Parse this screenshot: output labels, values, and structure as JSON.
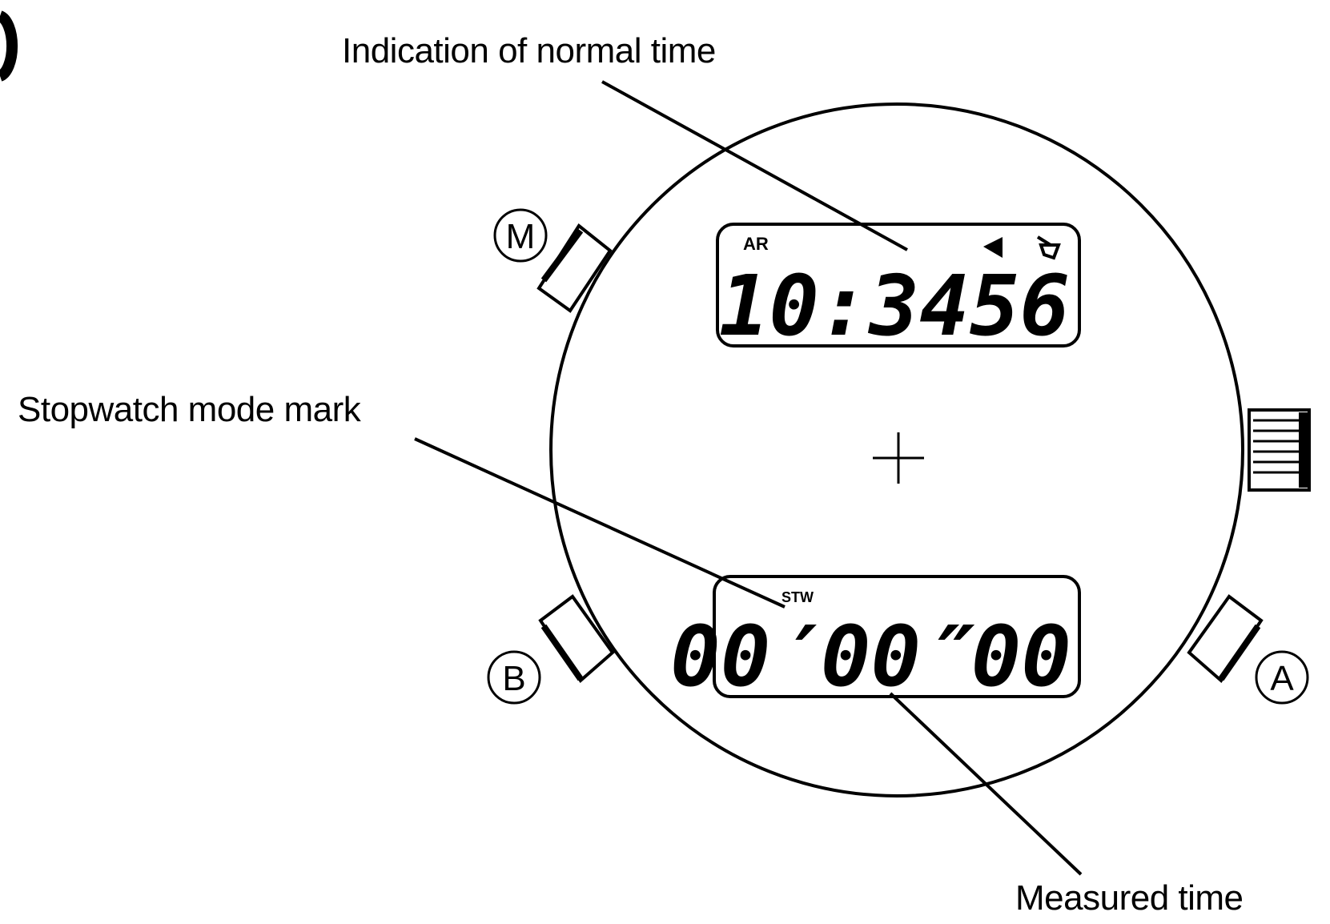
{
  "labels": {
    "normal_time": "Indication of normal time",
    "stopwatch_mark": "Stopwatch mode mark",
    "measured_time": "Measured time"
  },
  "buttons": {
    "m": "M",
    "b": "B",
    "a": "A"
  },
  "upper_display": {
    "indicator": "AR",
    "time": "10:3456"
  },
  "lower_display": {
    "indicator": "STW",
    "time": "00′00″00"
  },
  "icons": [
    "alarm-icon",
    "chime-icon",
    "crosshair-icon",
    "crown-icon"
  ],
  "colors": {
    "ink": "#000000",
    "paper": "#ffffff"
  }
}
